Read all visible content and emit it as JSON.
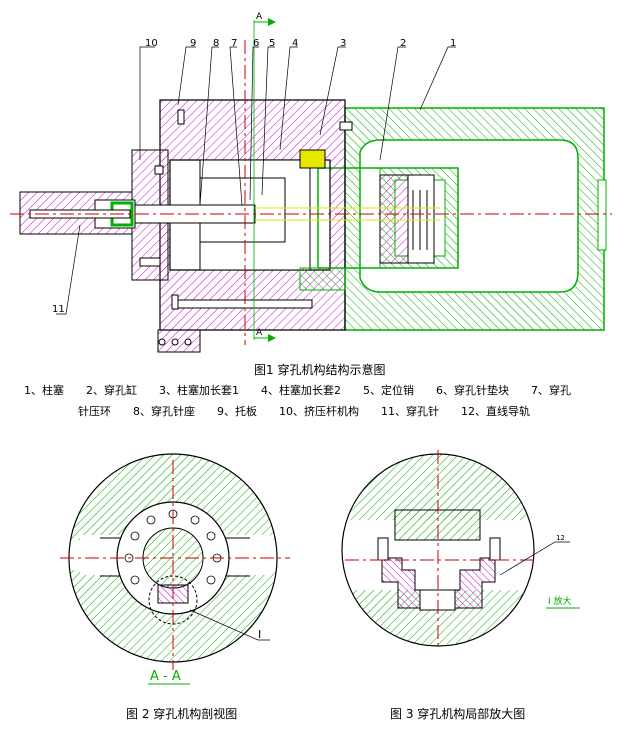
{
  "figure1": {
    "caption": "图1 穿孔机构结构示意图",
    "part_numbers": [
      "10",
      "9",
      "8",
      "7",
      "6",
      "5",
      "4",
      "3",
      "2",
      "1"
    ],
    "label_11": "11",
    "section_mark_top": "A",
    "section_mark_bottom": "A"
  },
  "legend": {
    "line1": "1、柱塞　　2、穿孔缸　　3、柱塞加长套1　　4、柱塞加长套2　　5、定位销　　6、穿孔针垫块　　7、穿孔",
    "line2": "针压环　　8、穿孔针座　　9、托板　　10、挤压杆机构　　11、穿孔针　　12、直线导轨"
  },
  "figure2": {
    "caption": "图 2 穿孔机构剖视图",
    "section_label": "A - A",
    "detail_marker": "I"
  },
  "figure3": {
    "caption": "图 3 穿孔机构局部放大图",
    "part_label": "12",
    "detail_label": "I 放大"
  },
  "colors": {
    "hatch_magenta": "#d400d4",
    "hatch_green": "#00b000",
    "centerline_red": "#cc0000",
    "outline": "#000000",
    "accent_yellow": "#e6e600",
    "accent_cyan": "#00b4b4"
  }
}
